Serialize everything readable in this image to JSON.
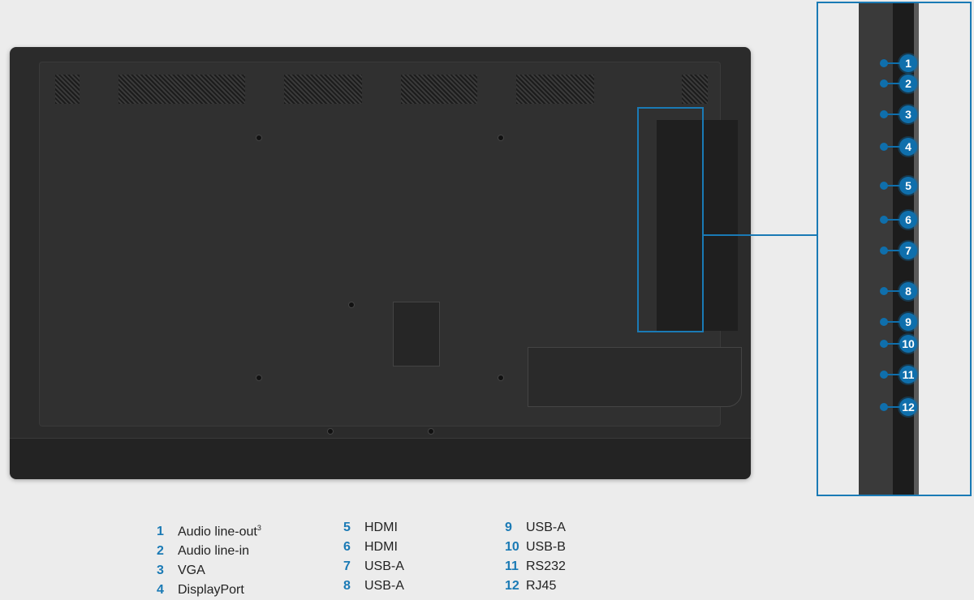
{
  "accent_color": "#1a7ab5",
  "callouts": [
    "1",
    "2",
    "3",
    "4",
    "5",
    "6",
    "7",
    "8",
    "9",
    "10",
    "11",
    "12"
  ],
  "legend": [
    {
      "num": "1",
      "label": "Audio line-out",
      "sup": "3"
    },
    {
      "num": "2",
      "label": "Audio line-in"
    },
    {
      "num": "3",
      "label": "VGA"
    },
    {
      "num": "4",
      "label": "DisplayPort"
    },
    {
      "num": "5",
      "label": "HDMI"
    },
    {
      "num": "6",
      "label": "HDMI"
    },
    {
      "num": "7",
      "label": "USB-A"
    },
    {
      "num": "8",
      "label": "USB-A"
    },
    {
      "num": "9",
      "label": "USB-A"
    },
    {
      "num": "10",
      "label": "USB-B"
    },
    {
      "num": "11",
      "label": "RS232"
    },
    {
      "num": "12",
      "label": "RJ45"
    }
  ]
}
